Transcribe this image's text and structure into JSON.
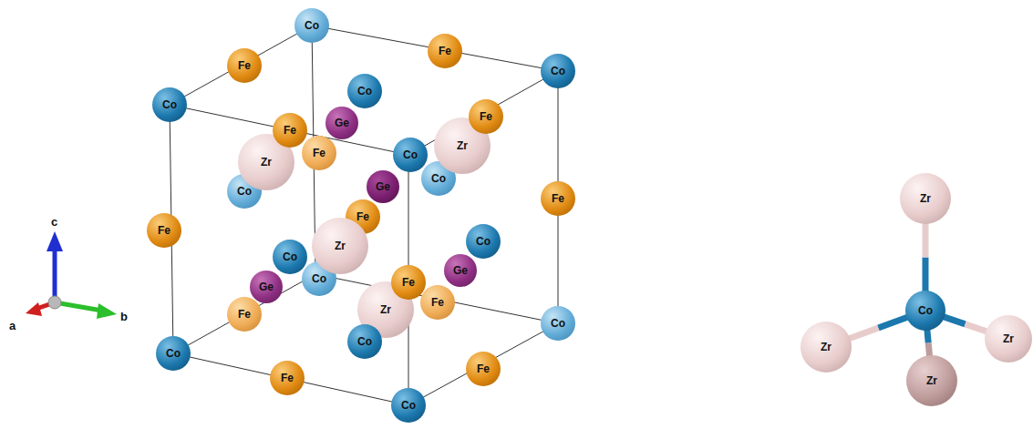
{
  "diagram": {
    "nodes": [
      {
        "text": [
          "Co"
        ]
      },
      {
        "text": [
          "Fe"
        ]
      },
      {
        "text": [
          "Fe"
        ]
      },
      {
        "text": [
          "Co"
        ]
      },
      {
        "text": [
          "Co"
        ]
      },
      {
        "text": [
          "Co"
        ]
      },
      {
        "text": [
          "Ge"
        ]
      },
      {
        "text": [
          "Fe"
        ]
      },
      {
        "text": [
          "Fe"
        ]
      },
      {
        "text": [
          "Zr"
        ]
      },
      {
        "text": [
          "Co"
        ]
      },
      {
        "text": [
          "Zr"
        ]
      },
      {
        "text": [
          "Fe"
        ]
      },
      {
        "text": [
          "Co"
        ]
      },
      {
        "text": [
          "Co"
        ]
      },
      {
        "text": [
          "Ge"
        ]
      },
      {
        "text": [
          "Fe"
        ]
      },
      {
        "text": [
          "Fe"
        ]
      },
      {
        "text": [
          "Fe"
        ]
      },
      {
        "text": [
          "Zr"
        ]
      },
      {
        "text": [
          "Co"
        ]
      },
      {
        "text": [
          "Co"
        ]
      },
      {
        "text": [
          "Co"
        ]
      },
      {
        "text": [
          "Ge"
        ]
      },
      {
        "text": [
          "Fe"
        ]
      },
      {
        "text": [
          "Ge"
        ]
      },
      {
        "text": [
          "Fe"
        ]
      },
      {
        "text": [
          "Zr"
        ]
      },
      {
        "text": [
          "Fe"
        ]
      },
      {
        "text": [
          "Co"
        ]
      },
      {
        "text": [
          "Co"
        ]
      },
      {
        "text": [
          "Co"
        ]
      },
      {
        "text": [
          "Fe"
        ]
      },
      {
        "text": [
          "Fe"
        ]
      },
      {
        "text": [
          "Co"
        ]
      },
      {
        "text": [
          "Zr"
        ]
      },
      {
        "text": [
          "Co"
        ]
      },
      {
        "text": [
          "Zr"
        ]
      },
      {
        "text": [
          "Zr"
        ]
      },
      {
        "text": [
          "Zr"
        ]
      }
    ],
    "edges": [
      {
        "from": 36,
        "to": 35,
        "arrow": "none"
      },
      {
        "from": 36,
        "to": 37,
        "arrow": "none"
      },
      {
        "from": 36,
        "to": 38,
        "arrow": "none"
      },
      {
        "from": 36,
        "to": 39,
        "arrow": "none"
      }
    ],
    "labels": [
      "c",
      "b",
      "a"
    ]
  }
}
